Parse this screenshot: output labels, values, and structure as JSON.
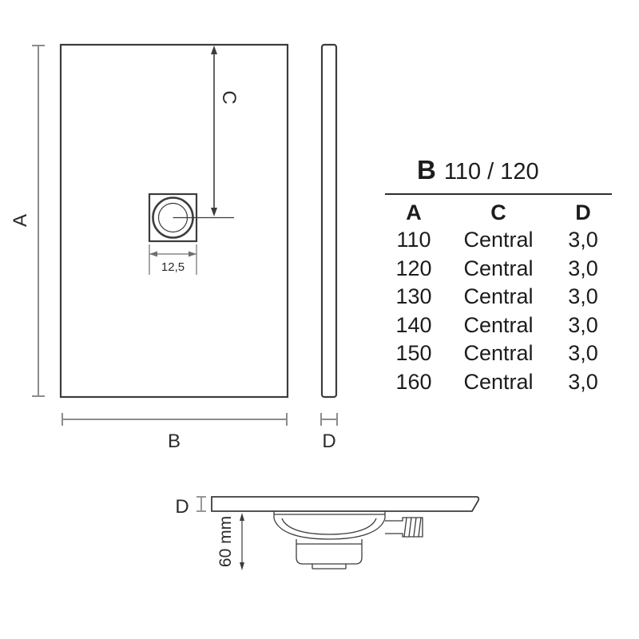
{
  "plan": {
    "label_a": "A",
    "label_b": "B",
    "label_c": "C",
    "side_label_d": "D",
    "drain_width": "12,5"
  },
  "section": {
    "label_d": "D",
    "height": "60 mm"
  },
  "table": {
    "title_key": "B",
    "title_value": "110 / 120",
    "headers": [
      "A",
      "C",
      "D"
    ],
    "rows": [
      {
        "a": "110",
        "c": "Central",
        "d": "3,0"
      },
      {
        "a": "120",
        "c": "Central",
        "d": "3,0"
      },
      {
        "a": "130",
        "c": "Central",
        "d": "3,0"
      },
      {
        "a": "140",
        "c": "Central",
        "d": "3,0"
      },
      {
        "a": "150",
        "c": "Central",
        "d": "3,0"
      },
      {
        "a": "160",
        "c": "Central",
        "d": "3,0"
      }
    ]
  },
  "colors": {
    "line_dark": "#3c3c3c",
    "line_dim": "#8c8c8c",
    "text": "#2b2b2b"
  }
}
